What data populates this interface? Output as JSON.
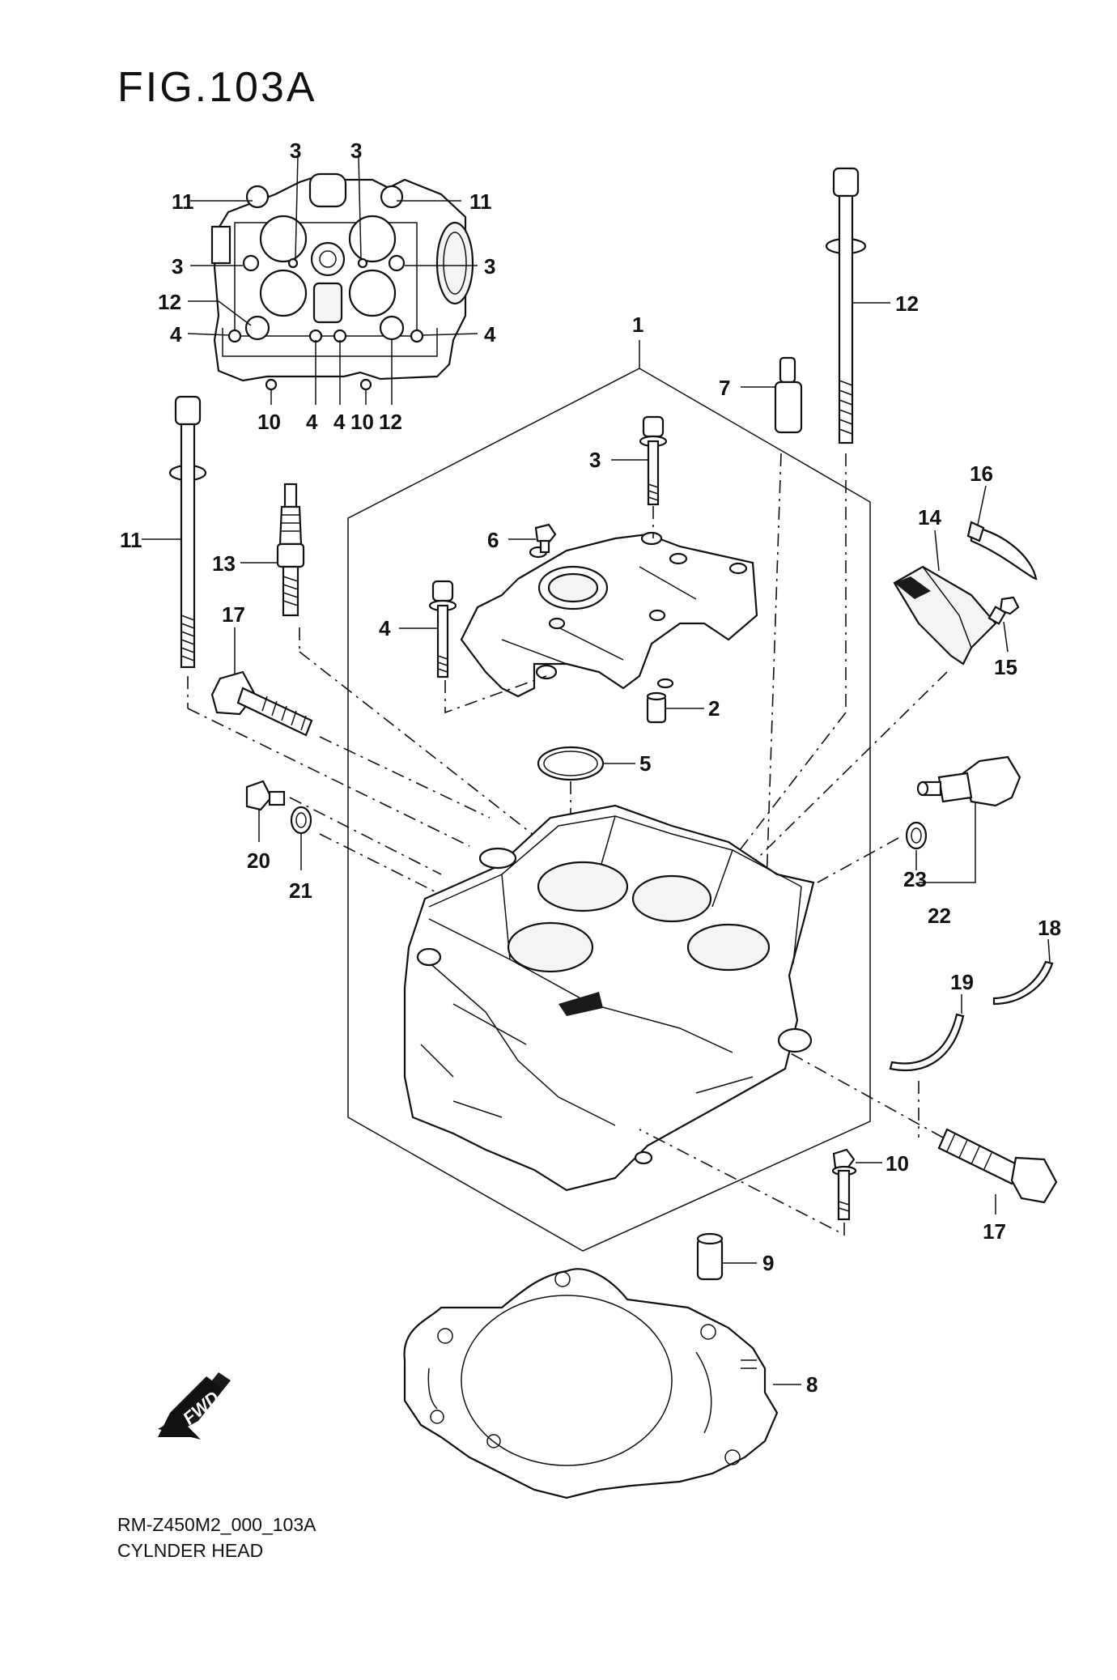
{
  "figure": {
    "title": "FIG.103A",
    "code": "RM-Z450M2_000_103A",
    "name": "CYLNDER HEAD",
    "direction_label": "FWD"
  },
  "callouts": {
    "c1": "1",
    "c2": "2",
    "c3_main": "3",
    "c4_main": "4",
    "c5": "5",
    "c6": "6",
    "c7": "7",
    "c8": "8",
    "c9": "9",
    "c10_main": "10",
    "c11_main": "11",
    "c12_main": "12",
    "c13": "13",
    "c14": "14",
    "c15": "15",
    "c16": "16",
    "c17_top": "17",
    "c17_bottom": "17",
    "c18": "18",
    "c19": "19",
    "c20": "20",
    "c21": "21",
    "c22": "22",
    "c23": "23",
    "inset_3_top_left": "3",
    "inset_3_top_right": "3",
    "inset_3_left": "3",
    "inset_3_right": "3",
    "inset_11_left": "11",
    "inset_11_right": "11",
    "inset_12_left": "12",
    "inset_12_bottom": "12",
    "inset_4_left": "4",
    "inset_4_right": "4",
    "inset_4_bottom_a": "4",
    "inset_4_bottom_b": "4",
    "inset_10_bottom_a": "10",
    "inset_10_bottom_b": "10"
  }
}
